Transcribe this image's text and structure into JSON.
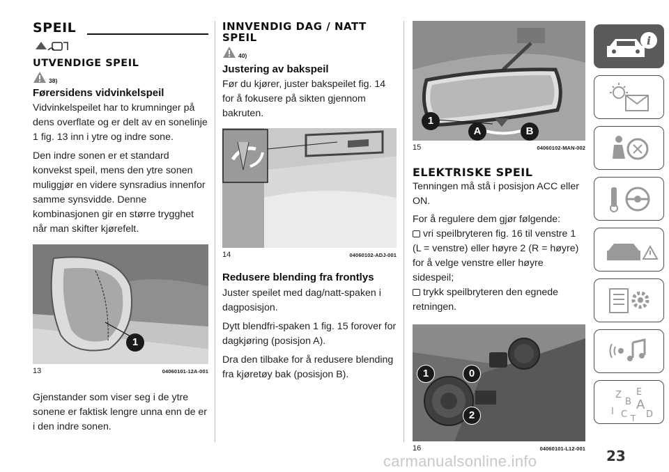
{
  "left": {
    "section_title": "SPEIL",
    "sub_title": "UTVENDIGE SPEIL",
    "warn_ref": "38)",
    "heading": "Førersidens vidvinkelspeil",
    "p1": "Vidvinkelspeilet har to krumninger på dens overflate og er delt av en sonelinje 1 fig. 13 inn i ytre og indre sone.",
    "p2": "Den indre sonen er et standard konvekst speil, mens den ytre sonen muliggjør en videre synsradius innenfor samme synsvidde. Denne kombinasjonen gir en større trygghet når man skifter kjørefelt.",
    "fig_num": "13",
    "fig_code": "04060101-12A-001",
    "fig_callout": "1",
    "p3": "Gjenstander som viser seg i de ytre sonene er faktisk lengre unna enn de er i den indre sonen."
  },
  "middle": {
    "section_title_line1": "INNVENDIG DAG / NATT",
    "section_title_line2": "SPEIL",
    "warn_ref": "40)",
    "heading1": "Justering av bakspeil",
    "p1": "Før du kjører, juster bakspeilet fig. 14 for å fokusere på sikten gjennom bakruten.",
    "fig_num": "14",
    "fig_code": "04060102-ADJ-001",
    "heading2": "Redusere blending fra frontlys",
    "p2": "Juster speilet med dag/natt-spaken i dagposisjon.",
    "p3": "Dytt blendfri-spaken 1 fig. 15 forover for dagkjøring (posisjon A).",
    "p4": "Dra den tilbake for å redusere blending fra kjøretøy bak (posisjon B)."
  },
  "right": {
    "fig15_num": "15",
    "fig15_code": "04060102-MAN-002",
    "fig15_callout1": "1",
    "fig15_calloutA": "A",
    "fig15_calloutB": "B",
    "section_title": "ELEKTRISKE SPEIL",
    "p1": "Tenningen må stå i posisjon ACC eller ON.",
    "p2": "For å regulere dem gjør følgende:",
    "bullet1": "vri speilbryteren fig. 16 til venstre 1 (L = venstre) eller høyre 2 (R = høyre) for å velge venstre eller høyre sidespeil;",
    "bullet2": "trykk speilbryteren den egnede retningen.",
    "fig16_num": "16",
    "fig16_code": "04060101-L12-001",
    "fig16_callout1": "1",
    "fig16_callout0": "0",
    "fig16_callout2": "2"
  },
  "sidebar": {
    "tab_icons": [
      "car-info-icon",
      "warning-lights-icon",
      "safety-airbag-icon",
      "steering-key-icon",
      "emergency-car-icon",
      "maintenance-gear-icon",
      "multimedia-icon",
      "alphabetical-index-icon"
    ],
    "index_letters": [
      "Z",
      "E",
      "B",
      "A",
      "I",
      "C",
      "T",
      "D"
    ],
    "active_color": "#5a5a5a"
  },
  "page_number": "23",
  "watermark": "carmanualsonline.info"
}
